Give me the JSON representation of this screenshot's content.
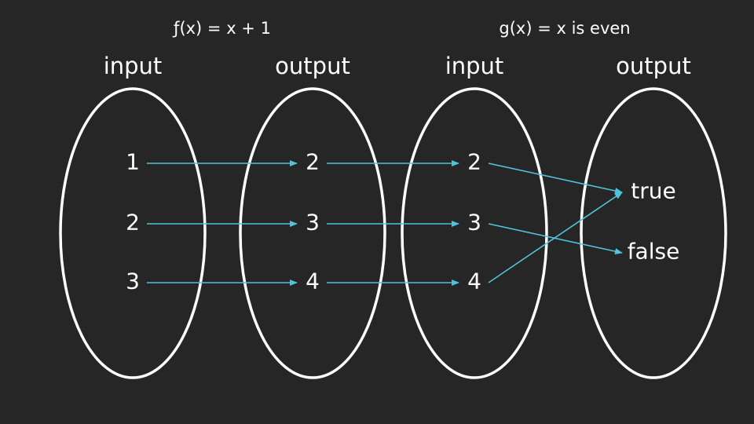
{
  "functions": {
    "f_label": "ƒ(x) = x + 1",
    "g_label": "g(x) = x is even"
  },
  "columns": [
    {
      "header": "input",
      "items": [
        "1",
        "2",
        "3"
      ]
    },
    {
      "header": "output",
      "items": [
        "2",
        "3",
        "4"
      ]
    },
    {
      "header": "input",
      "items": [
        "2",
        "3",
        "4"
      ]
    },
    {
      "header": "output",
      "items": [
        "true",
        "false"
      ]
    }
  ],
  "mappings": [
    {
      "from": [
        0,
        0
      ],
      "to": [
        1,
        0
      ]
    },
    {
      "from": [
        0,
        1
      ],
      "to": [
        1,
        1
      ]
    },
    {
      "from": [
        0,
        2
      ],
      "to": [
        1,
        2
      ]
    },
    {
      "from": [
        1,
        0
      ],
      "to": [
        2,
        0
      ]
    },
    {
      "from": [
        1,
        1
      ],
      "to": [
        2,
        1
      ]
    },
    {
      "from": [
        1,
        2
      ],
      "to": [
        2,
        2
      ]
    },
    {
      "from": [
        2,
        0
      ],
      "to": [
        3,
        0
      ]
    },
    {
      "from": [
        2,
        1
      ],
      "to": [
        3,
        1
      ]
    },
    {
      "from": [
        2,
        2
      ],
      "to": [
        3,
        0
      ]
    }
  ],
  "colors": {
    "background": "#262626",
    "oval": "#ffffff",
    "arrow": "#4fc3dc",
    "text": "#ffffff"
  }
}
